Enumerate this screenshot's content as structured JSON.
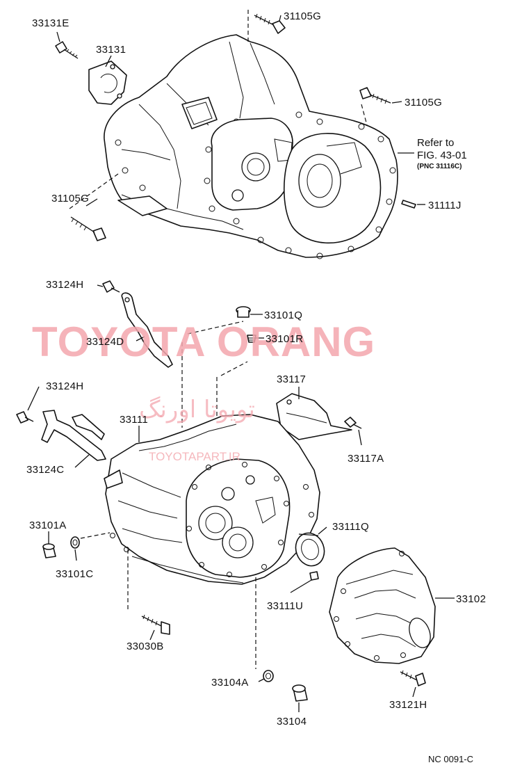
{
  "labels": {
    "p33131E": "33131E",
    "p33131": "33131",
    "p31105G_top": "31105G",
    "p31105G_right": "31105G",
    "p31105G_left": "31105G",
    "p31111J": "31111J",
    "p33124H_top": "33124H",
    "p33124D": "33124D",
    "p33101Q": "33101Q",
    "p33101R": "33101R",
    "p33124H_left": "33124H",
    "p33117": "33117",
    "p33111": "33111",
    "p33117A": "33117A",
    "p33124C": "33124C",
    "p33101A": "33101A",
    "p33111Q": "33111Q",
    "p33101C": "33101C",
    "p33111U": "33111U",
    "p33102": "33102",
    "p33030B": "33030B",
    "p33104A": "33104A",
    "p33121H": "33121H",
    "p33104": "33104"
  },
  "reference": {
    "line1": "Refer to",
    "line2": "FIG. 43-01",
    "line3": "(PNC 31116C)"
  },
  "watermark": {
    "brand": "TOYOTA ORANG",
    "persian": "تویوتا اورنگ",
    "url": "TOYOTAPART.IR"
  },
  "figure_code": "NC 0091-C"
}
